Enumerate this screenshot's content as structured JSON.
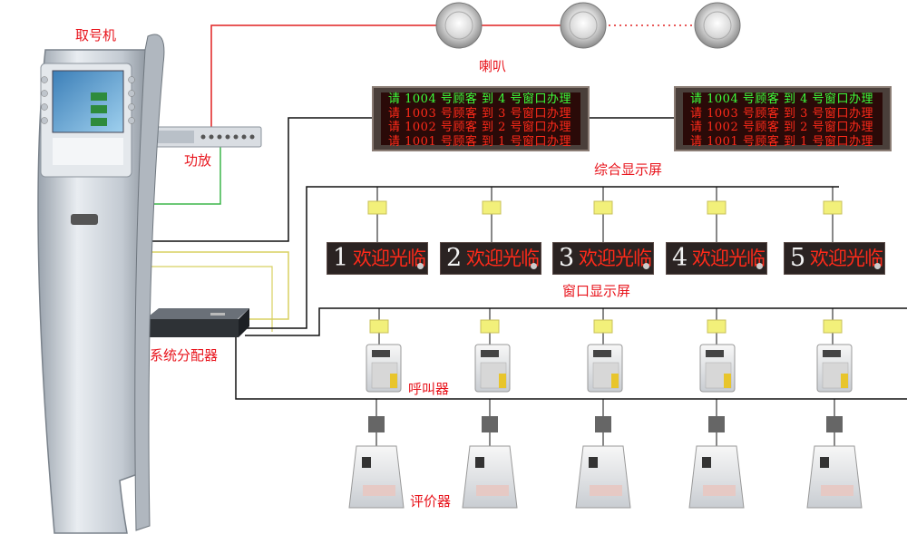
{
  "labels": {
    "kiosk": "取号机",
    "speaker": "喇叭",
    "amplifier": "功放",
    "main_display": "综合显示屏",
    "window_display": "窗口显示屏",
    "distributor": "系统分配器",
    "caller": "呼叫器",
    "evaluator": "评价器"
  },
  "main_board_rows": [
    {
      "text": "请 1004 号顾客 到 4 号窗口办理",
      "color": "#3dff3d"
    },
    {
      "text": "请 1003 号顾客 到 3 号窗口办理",
      "color": "#ff2a1a"
    },
    {
      "text": "请 1002 号顾客 到 2 号窗口办理",
      "color": "#ff2a1a"
    },
    {
      "text": "请 1001 号顾客 到 1 号窗口办理",
      "color": "#ff2a1a"
    }
  ],
  "window_displays": [
    {
      "number": "1",
      "text": "欢迎光临"
    },
    {
      "number": "2",
      "text": "欢迎光临"
    },
    {
      "number": "3",
      "text": "欢迎光临"
    },
    {
      "number": "4",
      "text": "欢迎光临"
    },
    {
      "number": "5",
      "text": "欢迎光临"
    }
  ],
  "colors": {
    "label": "#e8141c",
    "line_black": "#111111",
    "line_red": "#e02020",
    "line_green": "#3bb54a",
    "line_yellow": "#d8d060",
    "connector_yellow": "#f2f07a",
    "connector_gray": "#666666"
  }
}
